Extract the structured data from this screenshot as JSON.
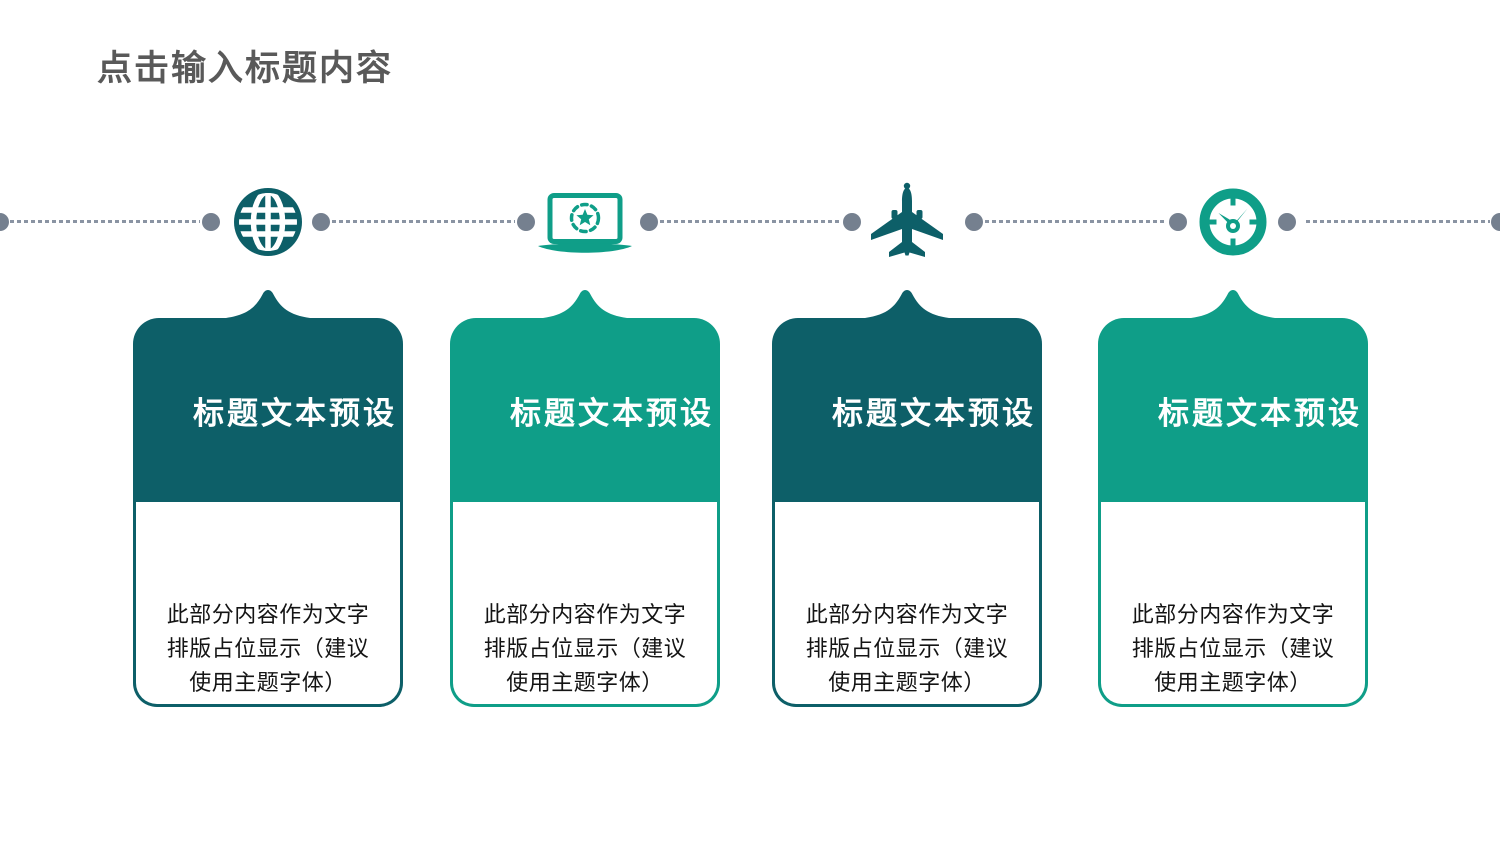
{
  "slide": {
    "title": "点击输入标题内容"
  },
  "colors": {
    "dark_teal": "#0d5f68",
    "light_teal": "#0f9e88",
    "dot_gray": "#75808f",
    "dash_gray": "#8a94a3",
    "title_gray": "#595959",
    "body_text": "#141414",
    "background": "#ffffff"
  },
  "timeline": {
    "nodes": [
      {
        "icon": "globe-icon",
        "theme": "dark"
      },
      {
        "icon": "laptop-star-icon",
        "theme": "light"
      },
      {
        "icon": "airplane-icon",
        "theme": "dark"
      },
      {
        "icon": "stopwatch-icon",
        "theme": "light"
      }
    ]
  },
  "cards": [
    {
      "title": "标题文本预设",
      "body": "此部分内容作为文字\n排版占位显示（建议\n使用主题字体）",
      "theme": "dark"
    },
    {
      "title": "标题文本预设",
      "body": "此部分内容作为文字\n排版占位显示（建议\n使用主题字体）",
      "theme": "light"
    },
    {
      "title": "标题文本预设",
      "body": "此部分内容作为文字\n排版占位显示（建议\n使用主题字体）",
      "theme": "dark"
    },
    {
      "title": "标题文本预设",
      "body": "此部分内容作为文字\n排版占位显示（建议\n使用主题字体）",
      "theme": "light"
    }
  ]
}
